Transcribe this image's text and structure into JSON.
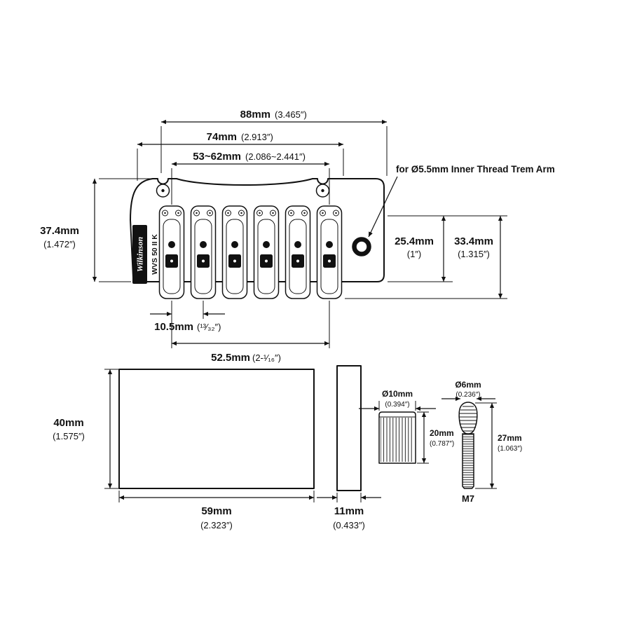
{
  "brand": {
    "logo": "Wilkinson",
    "model": "WVS 50 II K"
  },
  "note": {
    "trem_arm": "for Ø5.5mm Inner Thread Trem Arm"
  },
  "dims": {
    "overall_width": {
      "mm": "88mm",
      "in": "(3.465″)"
    },
    "post_spacing": {
      "mm": "74mm",
      "in": "(2.913″)"
    },
    "saddle_range": {
      "mm": "53~62mm",
      "in": "(2.086~2.441″)"
    },
    "plate_depth": {
      "mm": "37.4mm",
      "in": "(1.472″)"
    },
    "height_inner": {
      "mm": "25.4mm",
      "in": "(1″)"
    },
    "height_outer": {
      "mm": "33.4mm",
      "in": "(1.315″)"
    },
    "string_spacing": {
      "mm": "10.5mm",
      "in": "(¹³⁄₃₂″)"
    },
    "e_to_e_spacing": {
      "mm": "52.5mm",
      "in": "(2-¹⁄₁₆″)"
    },
    "block_height": {
      "mm": "40mm",
      "in": "(1.575″)"
    },
    "block_length": {
      "mm": "59mm",
      "in": "(2.323″)"
    },
    "plate_thickness": {
      "mm": "11mm",
      "in": "(0.433″)"
    },
    "ferrule_diameter": {
      "mm": "Ø10mm",
      "in": "(0.394″)"
    },
    "ferrule_length": {
      "mm": "20mm",
      "in": "(0.787″)"
    },
    "arm_diameter": {
      "mm": "Ø6mm",
      "in": "(0.236″)"
    },
    "arm_length": {
      "mm": "27mm",
      "in": "(1.063″)"
    },
    "thread": "M7"
  }
}
